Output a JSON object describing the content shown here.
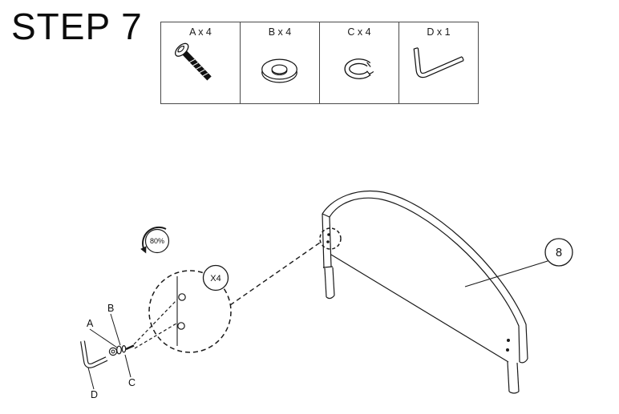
{
  "step": {
    "title": "STEP 7"
  },
  "parts_table": {
    "cells": [
      {
        "label": "A x 4",
        "icon": "bolt-icon"
      },
      {
        "label": "B x 4",
        "icon": "flat-washer-icon"
      },
      {
        "label": "C x 4",
        "icon": "lock-washer-icon"
      },
      {
        "label": "D x 1",
        "icon": "allen-key-icon"
      }
    ]
  },
  "illustration": {
    "torque_label": "80%",
    "quantity_callout": "X4",
    "part_number": "8",
    "labels": {
      "a": "A",
      "b": "B",
      "c": "C",
      "d": "D"
    }
  },
  "colors": {
    "line": "#1a1a1a",
    "background": "#ffffff"
  }
}
